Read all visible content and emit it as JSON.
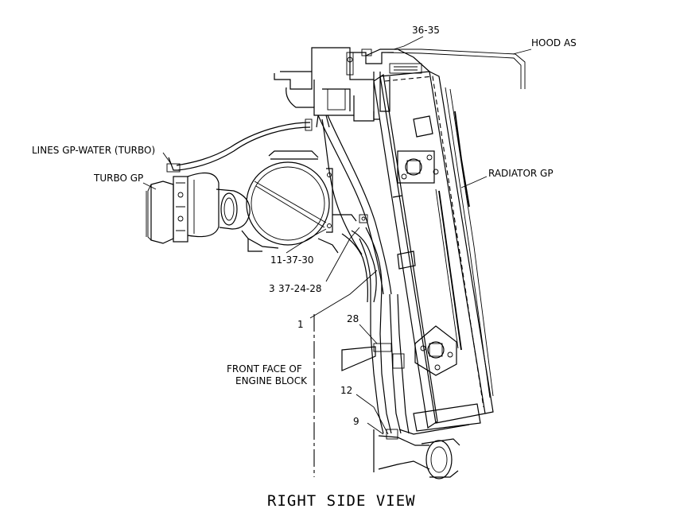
{
  "diagram": {
    "caption": "RIGHT SIDE VIEW",
    "callouts": {
      "c_36_35": "36-35",
      "hood": "HOOD AS",
      "lines_water_turbo": "LINES GP-WATER (TURBO)",
      "turbo": "TURBO GP",
      "radiator": "RADIATOR GP",
      "c_11_37_30": "11-37-30",
      "c_37_24_28_prefix": "3",
      "c_37_24_28": "37-24-28",
      "c_1": "1",
      "c_28": "28",
      "front_face_1": "FRONT FACE OF",
      "front_face_2": "ENGINE BLOCK",
      "c_12": "12",
      "c_9": "9"
    }
  }
}
